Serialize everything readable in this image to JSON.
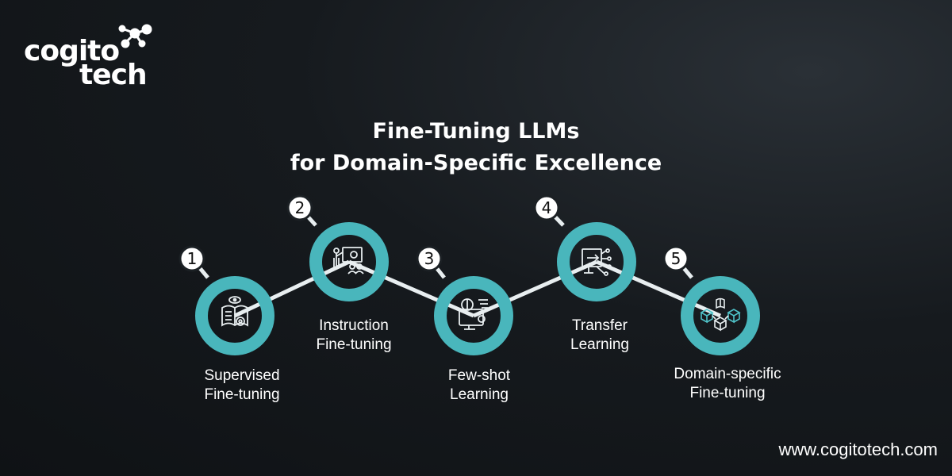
{
  "logo": {
    "line1": "cogito",
    "line2": "tech"
  },
  "title": {
    "line1": "Fine-Tuning LLMs",
    "line2": "for Domain-Specific Excellence"
  },
  "steps": [
    {
      "number": "1",
      "line1": "Supervised",
      "line2": "Fine-tuning",
      "icon": "book-eye-gear-icon"
    },
    {
      "number": "2",
      "line1": "Instruction",
      "line2": "Fine-tuning",
      "icon": "presenter-board-icon"
    },
    {
      "number": "3",
      "line1": "Few-shot",
      "line2": "Learning",
      "icon": "brain-monitor-icon"
    },
    {
      "number": "4",
      "line1": "Transfer",
      "line2": "Learning",
      "icon": "chip-transfer-icon"
    },
    {
      "number": "5",
      "line1": "Domain-specific",
      "line2": "Fine-tuning",
      "icon": "cubes-book-icon"
    }
  ],
  "footer": {
    "url": "www.cogitotech.com"
  },
  "colors": {
    "ring": "#49b6bc",
    "background": "#14181c",
    "text": "#ffffff"
  }
}
